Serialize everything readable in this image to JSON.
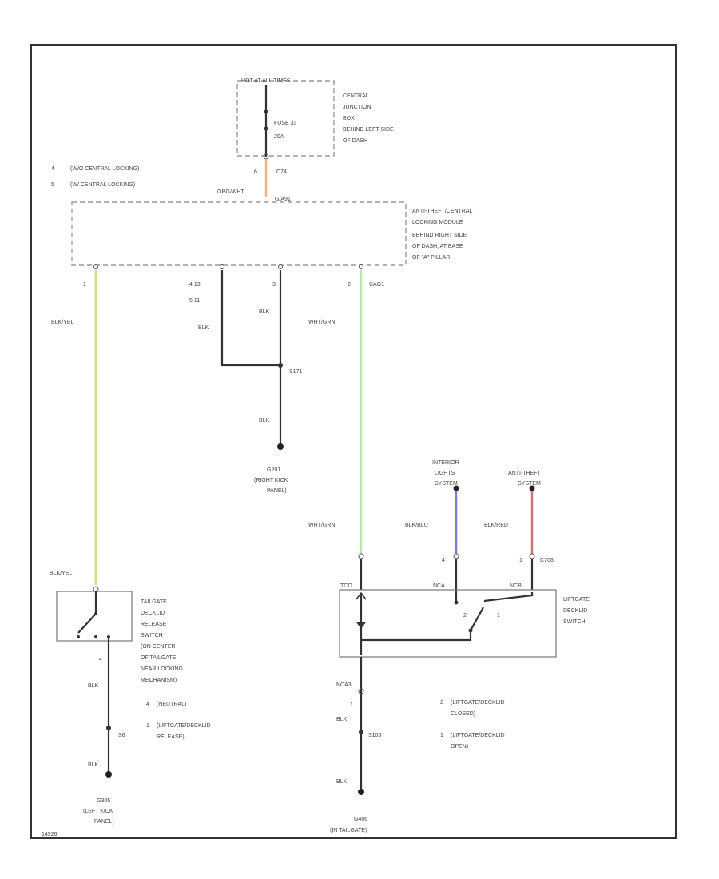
{
  "fuse_block": {
    "power_label": "HOT AT ALL TIMES",
    "fuse_name": "FUSE 33",
    "fuse_rating": "20A",
    "location": [
      "CENTRAL",
      "JUNCTION",
      "BOX",
      "BEHIND LEFT SIDE",
      "OF DASH"
    ],
    "pin": "6",
    "connector": "C74"
  },
  "legend_top": [
    {
      "pin": "4",
      "text": "(W/O CENTRAL LOCKING)"
    },
    {
      "pin": "5",
      "text": "(W/ CENTRAL LOCKING)"
    }
  ],
  "module": {
    "wire_color_in": "ORG/WHT",
    "connector_in": "G/A91",
    "name": [
      "ANTI-THEFT/CENTRAL",
      "LOCKING MODULE"
    ],
    "location": [
      "BEHIND RIGHT SIDE",
      "OF DASH, AT BASE",
      "OF \"A\" PILLAR"
    ]
  },
  "wires": {
    "left_pin": "1",
    "left_color": "BLK/YEL",
    "ground_pins": [
      "4  13",
      "5  11"
    ],
    "ground_color_left": "BLK",
    "mid_pin": "3",
    "mid_color": "BLK",
    "splice": "S171",
    "splice_color": "BLK",
    "right_pin": "2",
    "right_connector": "CAG1",
    "right_color": "WHT/GRN"
  },
  "ground_right": [
    "G201",
    "(RIGHT KICK",
    "PANEL)"
  ],
  "interior_lights": [
    "INTERIOR",
    "LIGHTS",
    "SYSTEM"
  ],
  "anti_theft": [
    "ANTI-THEFT",
    "SYSTEM"
  ],
  "lower": {
    "wht_grn_2": "WHT/GRN",
    "blk_blu": "BLK/BLU",
    "blk_red": "BLK/RED",
    "c706_pin": "1",
    "c706": "C706",
    "tailgate_color": "BLK/YEL",
    "pin_left": "TCO",
    "pin_mid": "NCA",
    "pin_right": "NCB",
    "pin_mid_num": "4"
  },
  "tailgate_switch": {
    "label": [
      "TAILGATE",
      "DECKLID",
      "RELEASE",
      "SWITCH",
      "(ON CENTER",
      "OF TAILGATE",
      "NEAR LOCKING",
      "MECHANISM)"
    ],
    "pin_out": "4",
    "out_color": "BLK",
    "splice": "S6",
    "splice_color": "BLK"
  },
  "legend_tailgate": [
    {
      "pin": "4",
      "text": "(NEUTRAL)"
    },
    {
      "pin": "1",
      "text": "(LIFTGATE/DECKLID",
      "text2": "RELEASE)"
    }
  ],
  "ground_left": [
    "G305",
    "(LEFT KICK",
    "PANEL)"
  ],
  "liftgate_switch": {
    "label": [
      "LIFTGATE",
      "DECKLID",
      "SWITCH"
    ],
    "pos_2": "2",
    "pos_1": "1"
  },
  "liftgate_bottom": {
    "connector": "NCA3",
    "pin": "1",
    "color_1": "BLK",
    "splice": "S106",
    "color_2": "BLK"
  },
  "legend_liftgate": [
    {
      "pin": "2",
      "text": "(LIFTGATE/DECKLID",
      "text2": "CLOSED)"
    },
    {
      "pin": "1",
      "text": "(LIFTGATE/DECKLID",
      "text2": "OPEN)"
    }
  ],
  "ground_bottom": [
    "G406",
    "(IN TAILGATE)"
  ],
  "footer_code": "14926",
  "colors": {
    "yellow_wire": "#d8dc8c",
    "orange_wire": "#f3b483",
    "green_wire": "#b8e6b0",
    "blue_wire": "#7b7bd6",
    "red_wire": "#c97878"
  }
}
